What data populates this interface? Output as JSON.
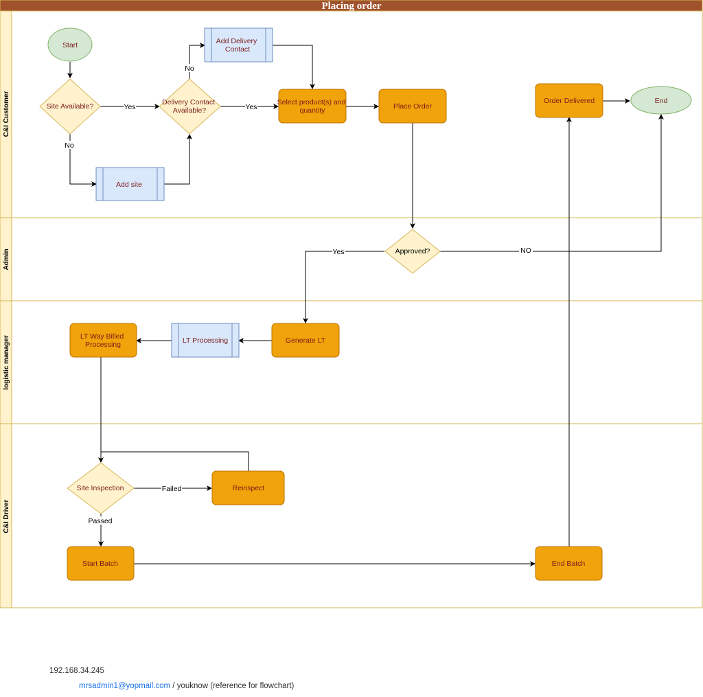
{
  "title": "Placing order",
  "lanes": [
    {
      "id": "customer",
      "label": "C&I Customer"
    },
    {
      "id": "admin",
      "label": "Admin"
    },
    {
      "id": "logistics",
      "label": "logistic manager"
    },
    {
      "id": "driver",
      "label": "C&I Driver"
    }
  ],
  "nodes": {
    "start": "Start",
    "site_available": "Site Available?",
    "add_site": "Add site",
    "delivery_contact_line1": "Delivery Contact",
    "delivery_contact_line2": "Available?",
    "add_delivery_contact_line1": "Add Delivery",
    "add_delivery_contact_line2": "Contact",
    "select_products_line1": "Select product(s) and",
    "select_products_line2": "quantity",
    "place_order": "Place Order",
    "order_delivered": "Order Delivered",
    "end": "End",
    "approved": "Approved?",
    "generate_lt": "Generate LT",
    "lt_processing": "LT Processing",
    "lt_way_billed_line1": "LT Way Billed",
    "lt_way_billed_line2": "Processing",
    "site_inspection": "Site Inspection",
    "reinspect": "Reinspect",
    "start_batch": "Start Batch",
    "end_batch": "End Batch"
  },
  "edge_labels": {
    "site_yes": "Yes",
    "site_no": "No",
    "contact_yes": "Yes",
    "contact_no": "No",
    "approved_yes": "Yes",
    "approved_no": "NO",
    "inspection_failed": "Failed",
    "inspection_passed": "Passed"
  },
  "footer": {
    "ip": "192.168.34.245",
    "email": "mrsadmin1@yopmail.com",
    "credentials_note": " / youknow (reference for flowchart)"
  },
  "colors": {
    "title_bar": "#a0522d",
    "lane_border": "#d6b656",
    "lane_header": "#fff2cc",
    "process_fill": "#f0a30a",
    "process_stroke": "#bd7000",
    "decision_fill": "#fff2cc",
    "decision_stroke": "#d6b656",
    "subprocess_fill": "#dae8fc",
    "subprocess_stroke": "#6c8ebf",
    "terminal_fill": "#d5e8d4",
    "terminal_stroke": "#82b366",
    "node_text": "#7a1b1b",
    "footer_link": "#1a73e8"
  }
}
